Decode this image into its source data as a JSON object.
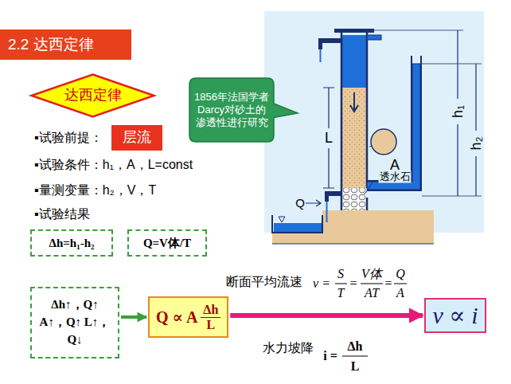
{
  "diagram": {
    "title": "2.2 达西定律",
    "nodes": [
      {
        "text": [
          "达西定律"
        ]
      },
      {
        "text": [
          "层流"
        ]
      },
      {
        "text": [
          "Δh=h₁-h₂"
        ]
      },
      {
        "text": [
          "Q=V体/T"
        ]
      },
      {
        "text": [
          "Δh↑，Q↑ A↑，Q↑ L↑， Q↓"
        ]
      },
      {
        "text": [
          "Q ∝ A",
          "Δh",
          "L"
        ]
      },
      {
        "text": [
          "v ∝ i"
        ]
      },
      {
        "text": [
          "1856年法国学者Darcy对砂土的渗透性进行研究"
        ]
      }
    ],
    "edges": [
      {
        "from": 4,
        "to": 5,
        "arrow": "to"
      },
      {
        "from": 5,
        "to": 6,
        "arrow": "to"
      }
    ],
    "labels": [
      "▪试验前提：",
      "▪试验条件：h₁，A，L=const",
      "▪量测变量：h₂，V，T",
      "▪试验结果",
      "断面平均流速",
      "v =",
      "S",
      "T",
      "=",
      "V体",
      "AT",
      "=",
      "Q",
      "A",
      "水力坡降",
      "i =",
      "Δh",
      "L",
      "L",
      "A",
      "透水石",
      "Q",
      "h₁",
      "h₂"
    ]
  }
}
